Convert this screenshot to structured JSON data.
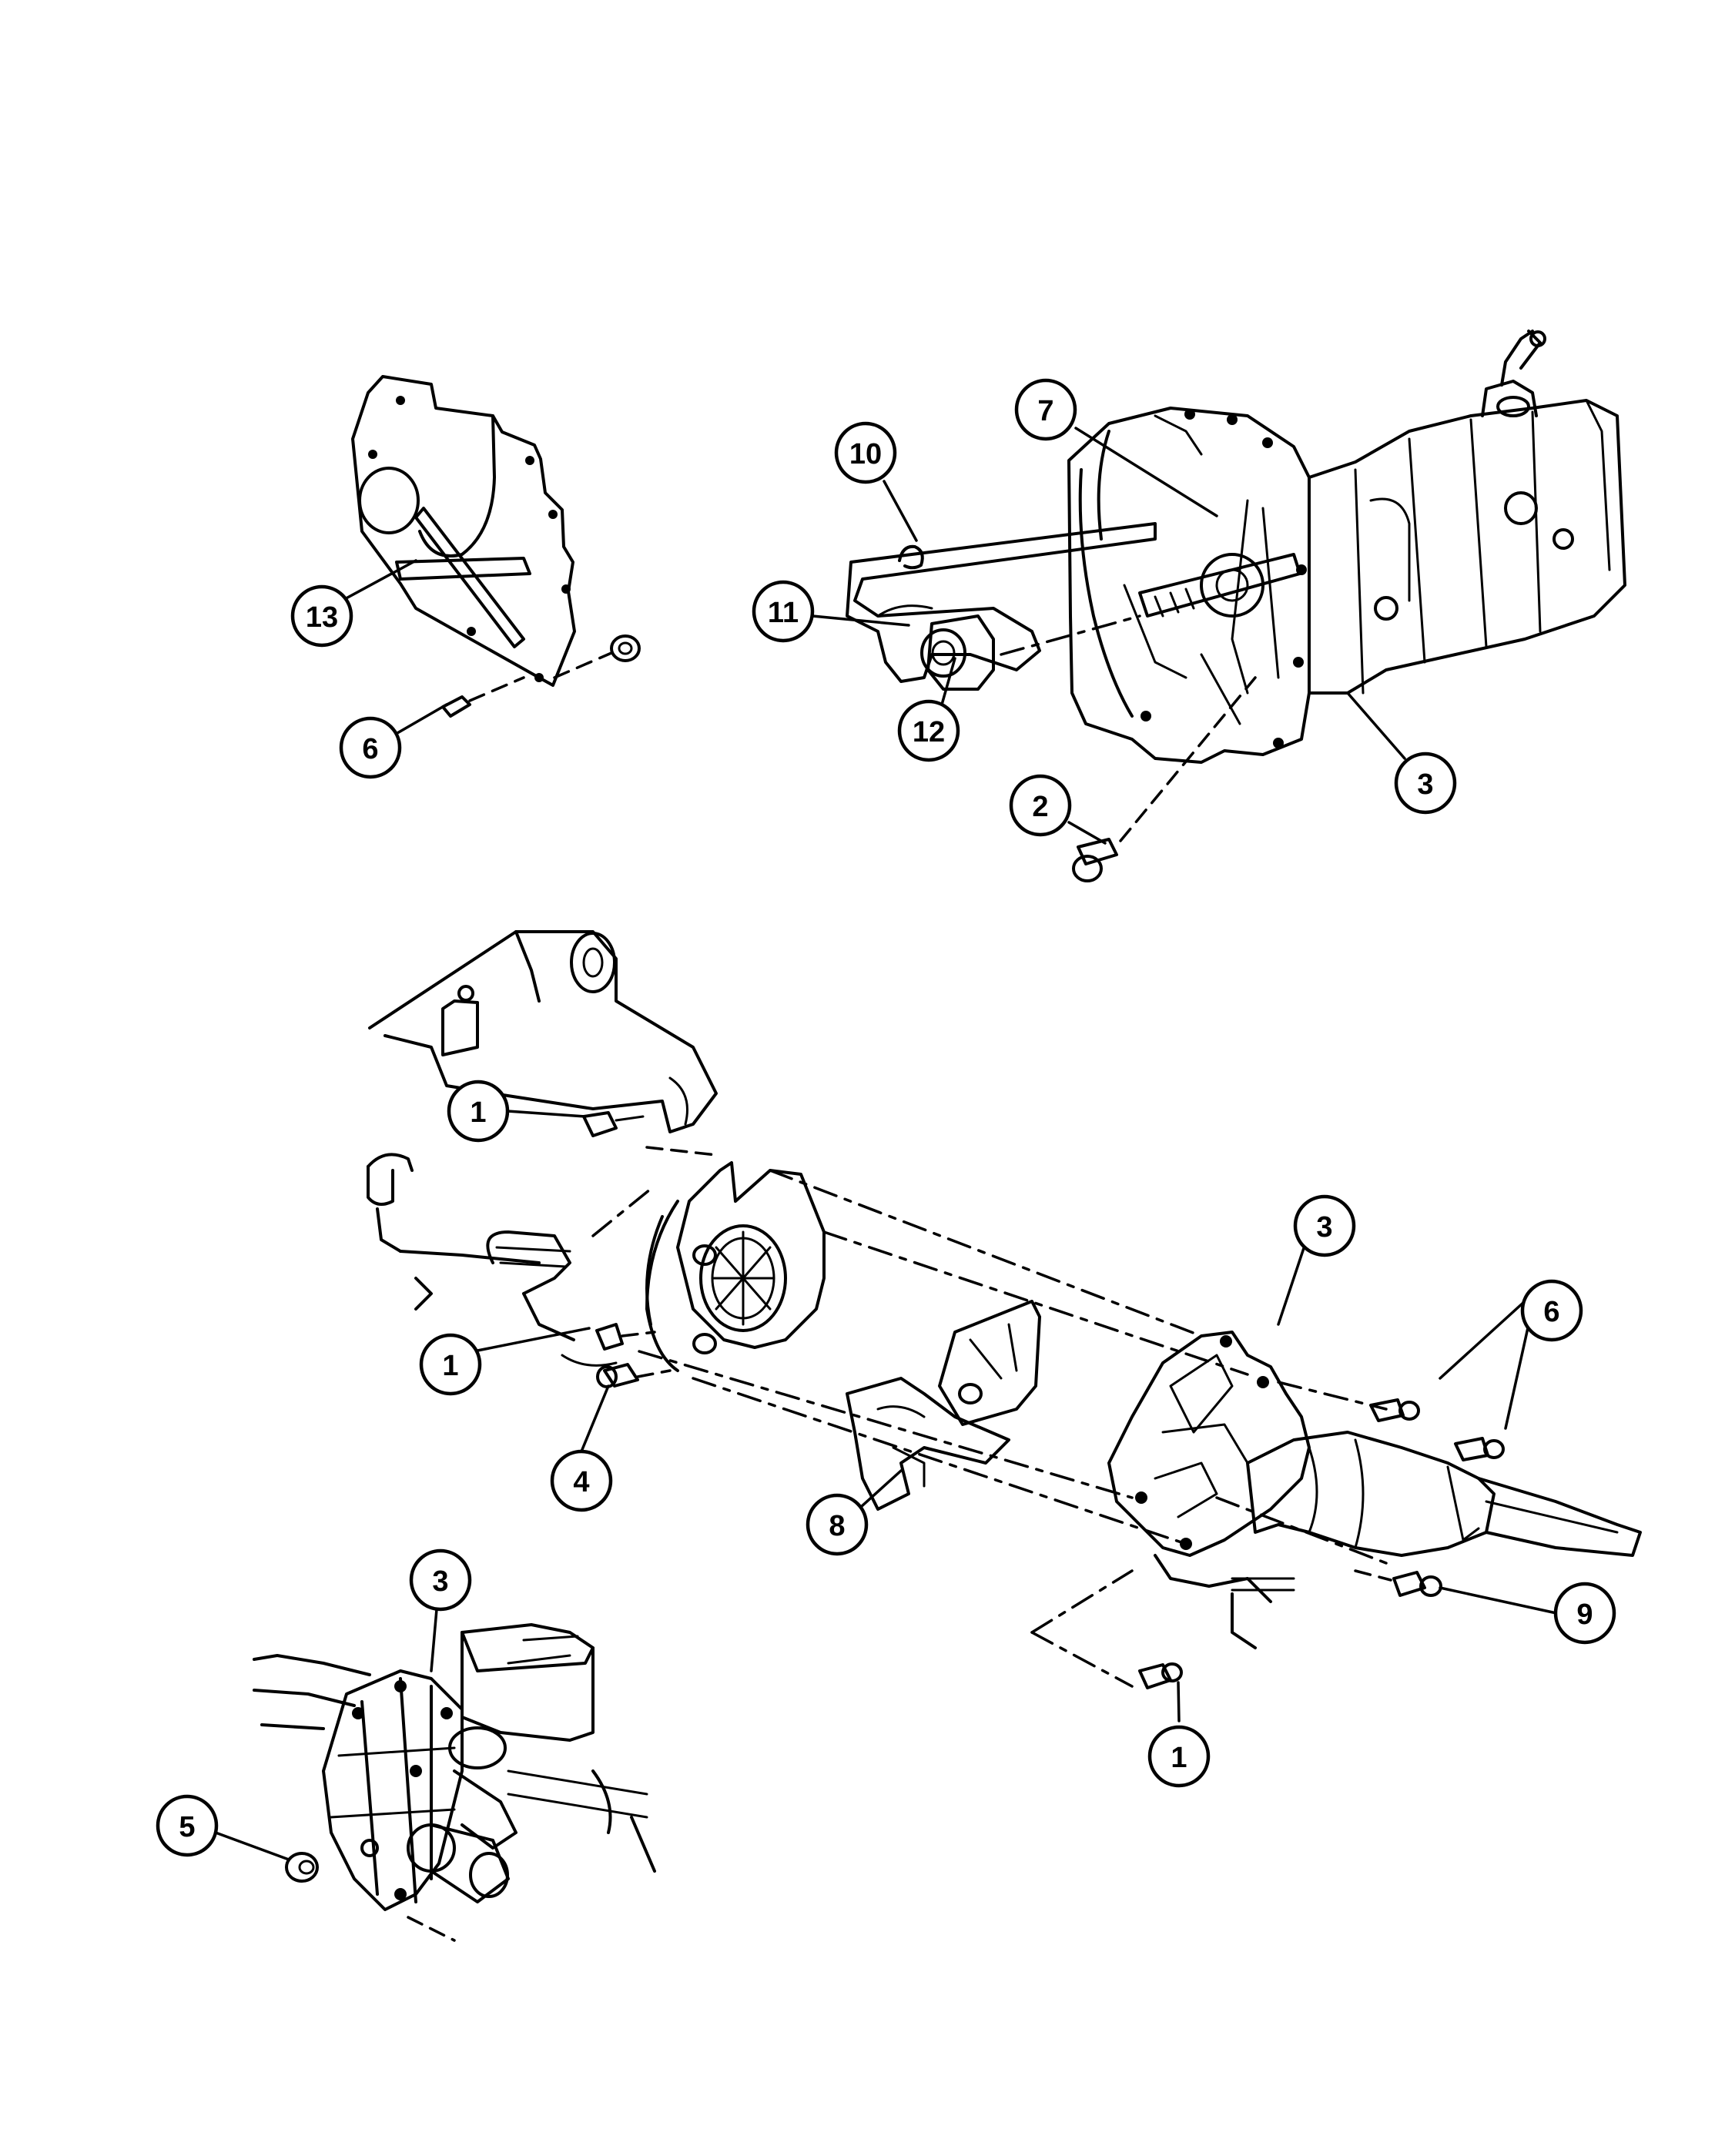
{
  "diagram": {
    "callouts": [
      {
        "id": "c13",
        "label": "13"
      },
      {
        "id": "c6a",
        "label": "6"
      },
      {
        "id": "c10",
        "label": "10"
      },
      {
        "id": "c7",
        "label": "7"
      },
      {
        "id": "c11",
        "label": "11"
      },
      {
        "id": "c12",
        "label": "12"
      },
      {
        "id": "c3a",
        "label": "3"
      },
      {
        "id": "c2",
        "label": "2"
      },
      {
        "id": "c1a",
        "label": "1"
      },
      {
        "id": "c1b",
        "label": "1"
      },
      {
        "id": "c4",
        "label": "4"
      },
      {
        "id": "c3b",
        "label": "3"
      },
      {
        "id": "c6b",
        "label": "6"
      },
      {
        "id": "c8",
        "label": "8"
      },
      {
        "id": "c9",
        "label": "9"
      },
      {
        "id": "c1c",
        "label": "1"
      },
      {
        "id": "c3c",
        "label": "3"
      },
      {
        "id": "c5",
        "label": "5"
      }
    ]
  }
}
